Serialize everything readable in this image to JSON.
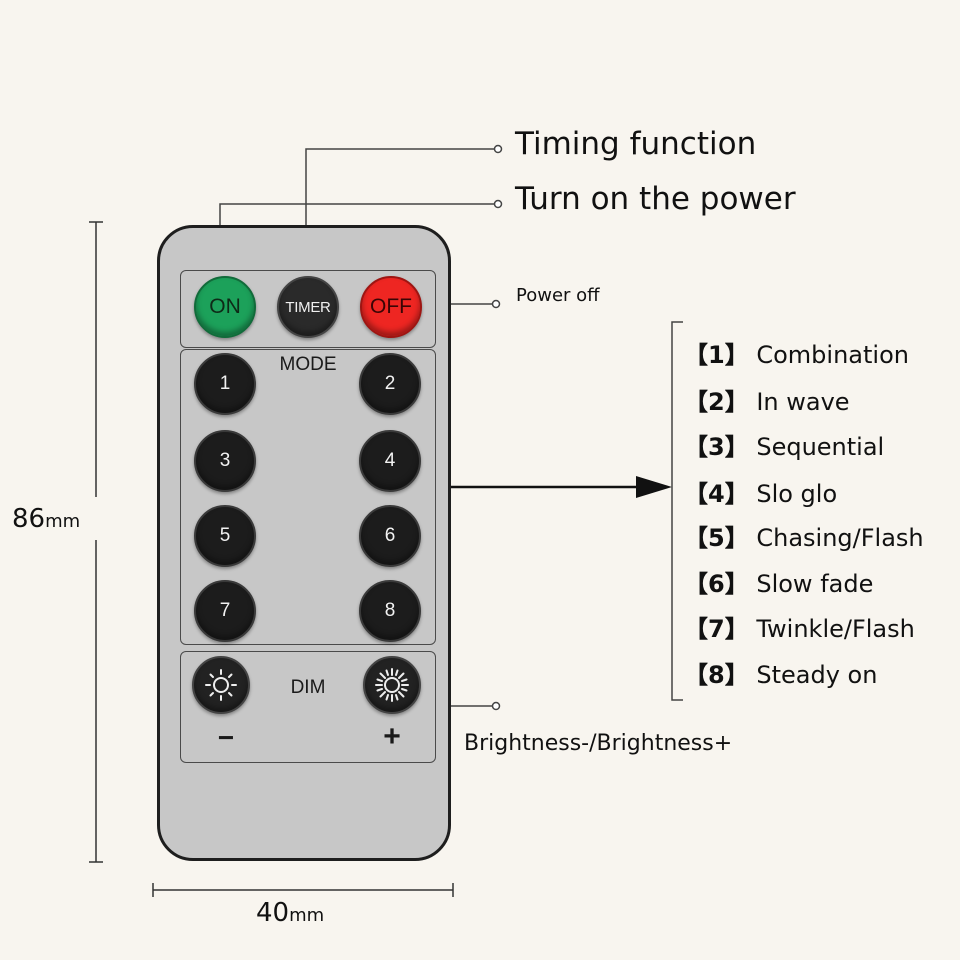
{
  "callouts": {
    "timing": "Timing function",
    "power_on": "Turn on the power",
    "power_off": "Power off",
    "brightness": "Brightness-/Brightness+"
  },
  "remote": {
    "on_label": "ON",
    "timer_label": "TIMER",
    "off_label": "OFF",
    "mode_label": "MODE",
    "dim_label": "DIM",
    "minus_label": "−",
    "plus_label": "+",
    "number_buttons": [
      "1",
      "2",
      "3",
      "4",
      "5",
      "6",
      "7",
      "8"
    ]
  },
  "dimensions": {
    "height": "86",
    "height_unit": "mm",
    "width": "40",
    "width_unit": "mm"
  },
  "modes": [
    {
      "num": "【1】",
      "label": "Combination"
    },
    {
      "num": "【2】",
      "label": "In wave"
    },
    {
      "num": "【3】",
      "label": "Sequential"
    },
    {
      "num": "【4】",
      "label": "Slo glo"
    },
    {
      "num": "【5】",
      "label": "Chasing/Flash"
    },
    {
      "num": "【6】",
      "label": "Slow fade"
    },
    {
      "num": "【7】",
      "label": "Twinkle/Flash"
    },
    {
      "num": "【8】",
      "label": "Steady on"
    }
  ],
  "colors": {
    "on_button": "#1ca15a",
    "off_button": "#ee2622",
    "remote_body": "#c7c7c7",
    "button_dark": "#1c1c1c"
  },
  "icons": [
    "sun-dim-icon",
    "sun-bright-icon",
    "arrow-right-icon"
  ]
}
